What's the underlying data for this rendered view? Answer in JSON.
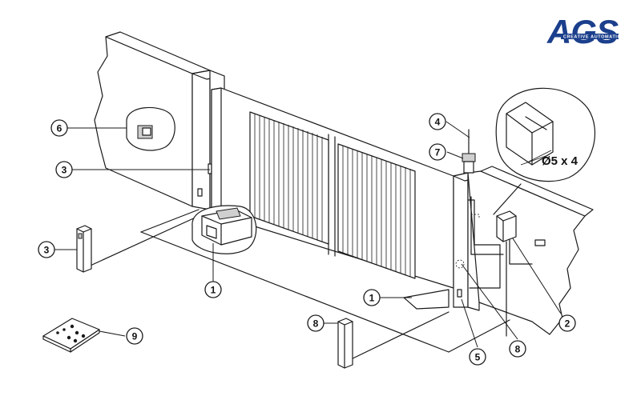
{
  "logo": {
    "brand": "AGS",
    "tagline": "CREATIVE AUTOMATIONS",
    "color": "#1b3f8c"
  },
  "detail_label": "Ø5 x 4",
  "callouts": [
    {
      "id": "c6",
      "label": "6"
    },
    {
      "id": "c3a",
      "label": "3"
    },
    {
      "id": "c3b",
      "label": "3"
    },
    {
      "id": "c1a",
      "label": "1"
    },
    {
      "id": "c1b",
      "label": "1"
    },
    {
      "id": "c4",
      "label": "4"
    },
    {
      "id": "c7",
      "label": "7"
    },
    {
      "id": "c2",
      "label": "2"
    },
    {
      "id": "c8a",
      "label": "8"
    },
    {
      "id": "c8b",
      "label": "8"
    },
    {
      "id": "c5",
      "label": "5"
    },
    {
      "id": "c9",
      "label": "9"
    }
  ]
}
